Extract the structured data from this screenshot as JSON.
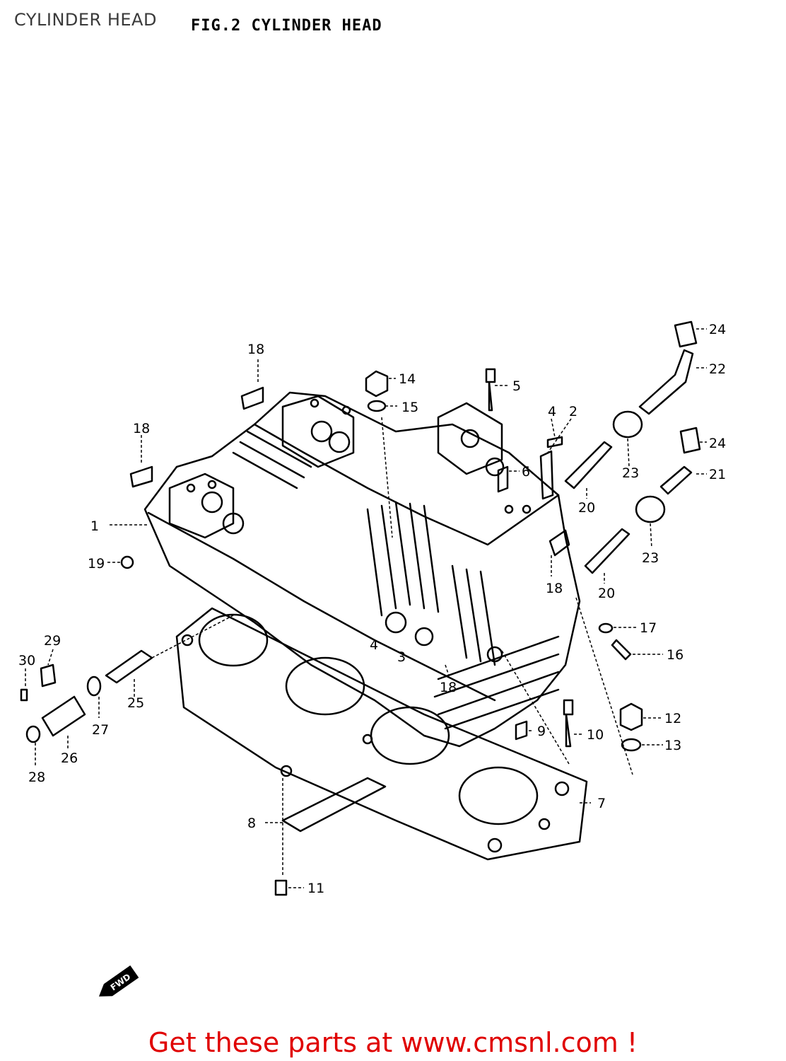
{
  "header": {
    "page_title": "CYLINDER HEAD",
    "figure_title": "FIG.2  CYLINDER HEAD"
  },
  "diagram": {
    "callouts": {
      "c1": "1",
      "c2": "2",
      "c3": "3",
      "c4a": "4",
      "c4b": "4",
      "c5": "5",
      "c6": "6",
      "c7": "7",
      "c8": "8",
      "c9": "9",
      "c10": "10",
      "c11": "11",
      "c12": "12",
      "c13": "13",
      "c14": "14",
      "c15": "15",
      "c16": "16",
      "c17": "17",
      "c18a": "18",
      "c18b": "18",
      "c18c": "18",
      "c18d": "18",
      "c19": "19",
      "c20a": "20",
      "c20b": "20",
      "c21": "21",
      "c22": "22",
      "c23a": "23",
      "c23b": "23",
      "c24a": "24",
      "c24b": "24",
      "c25": "25",
      "c26": "26",
      "c27": "27",
      "c28": "28",
      "c29": "29",
      "c30": "30"
    },
    "fwd_marker": "FWD"
  },
  "footer": {
    "text": "Get these parts at www.cmsnl.com !"
  },
  "colors": {
    "footer_text": "#e00000",
    "line_art": "#000000",
    "background": "#ffffff"
  }
}
